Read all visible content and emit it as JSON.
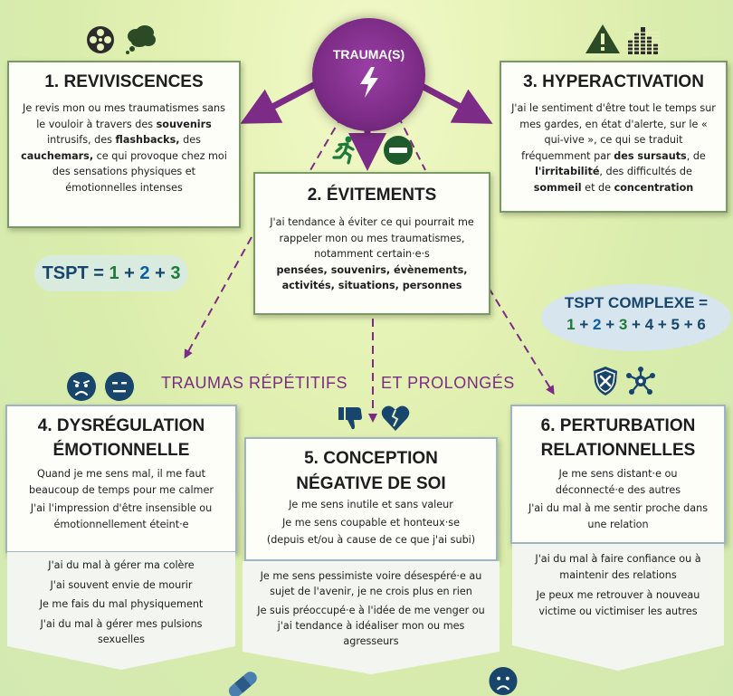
{
  "center": {
    "label": "TRAUMA(S)"
  },
  "boxes": {
    "reviviscences": {
      "title": "1. REVIVISCENCES",
      "t1": "Je revis mon ou mes traumatismes sans le vouloir à travers des ",
      "b1": "souvenirs",
      "t2": " intrusifs, des ",
      "b2": "flashbacks,",
      "t3": " des ",
      "b3": "cauchemars,",
      "t4": " ce qui provoque chez moi des sensations physiques et émotionnelles intenses"
    },
    "evitements": {
      "title": "2. ÉVITEMENTS",
      "t1": "J'ai tendance à éviter ce qui pourrait me rappeler mon ou mes traumatismes, notamment certain·e·s",
      "b1": "pensées, souvenirs, évènements, activités, situations, personnes"
    },
    "hyperactivation": {
      "title": "3. HYPERACTIVATION",
      "t1": "J'ai le sentiment d'être tout le temps sur mes gardes, en état d'alerte, sur le « qui-vive », ce qui se traduit fréquemment par ",
      "b1": "des sursauts",
      "t2": ", de ",
      "b2": "l'irritabilité",
      "t3": ", des difficultés de ",
      "b3": "sommeil",
      "t4": " et de ",
      "b4": "concentration"
    },
    "dysregulation": {
      "title_l1": "4. DYSRÉGULATION",
      "title_l2": "ÉMOTIONNELLE",
      "p1": "Quand je me sens mal, il me faut beaucoup de temps pour me calmer",
      "p2": "J'ai l'impression d'être insensible ou émotionnellement éteint·e",
      "lines": [
        "J'ai du mal à gérer ma colère",
        "J'ai souvent envie de mourir",
        "Je me fais du mal physiquement",
        "J'ai du mal à gérer mes pulsions sexuelles"
      ]
    },
    "conception": {
      "title_l1": "5. CONCEPTION",
      "title_l2": "NÉGATIVE DE SOI",
      "p1": "Je me sens inutile et sans valeur",
      "p2": "Je me sens coupable et honteux·se",
      "p3": "(depuis et/ou à cause de ce que j'ai subi)",
      "lines": [
        "Je me sens pessimiste voire désespéré·e au sujet de l'avenir, je ne crois plus en rien",
        "Je suis préoccupé·e à l'idée de me venger ou j'ai tendance à idéaliser mon ou mes agresseurs"
      ]
    },
    "perturbation": {
      "title_l1": "6. PERTURBATION",
      "title_l2": "RELATIONNELLES",
      "p1": "Je me sens distant·e ou déconnecté·e des autres",
      "p2": "J'ai du mal à me sentir proche dans une relation",
      "lines": [
        "J'ai du mal à faire confiance ou à maintenir des relations",
        "Je peux me retrouver à nouveau victime ou victimiser les autres"
      ]
    }
  },
  "formulas": {
    "tspt": {
      "prefix": "TSPT = ",
      "n1": "1",
      "plus1": " + ",
      "n2": "2",
      "plus2": " + ",
      "n3": "3"
    },
    "complexe": {
      "label": "TSPT COMPLEXE =",
      "n1": "1",
      "n2": "2",
      "n3": "3",
      "n4": "4",
      "n5": "5",
      "n6": "6",
      "plus": " + "
    }
  },
  "banner": {
    "left": "TRAUMAS RÉPÉTITIFS",
    "right": "ET PROLONGÉS"
  },
  "colors": {
    "purple": "#7c2c86",
    "green": "#1e7a3a",
    "blue": "#0c5f9e",
    "dark_blue": "#17456b",
    "box_border": "#7a9a63"
  },
  "icons": [
    "film-reel-icon",
    "thought-cloud-icon",
    "warning-icon",
    "equalizer-icon",
    "running-person-icon",
    "no-entry-icon",
    "sad-face-icon",
    "neutral-face-icon",
    "thumbs-down-icon",
    "broken-heart-icon",
    "shield-x-icon",
    "network-icon",
    "bandage-icon",
    "worried-face-icon",
    "lightning-icon"
  ]
}
